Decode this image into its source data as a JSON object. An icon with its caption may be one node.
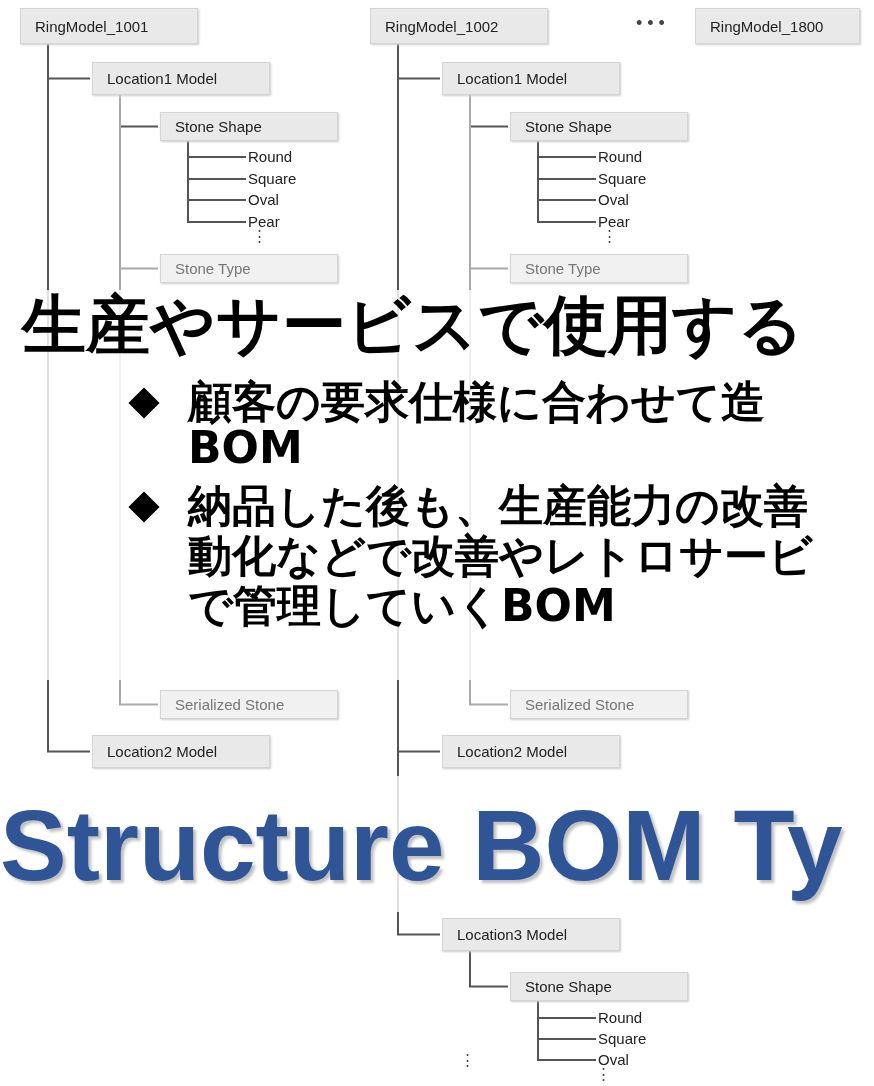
{
  "diagram": {
    "title": "Structure BOM Ty",
    "nodes": [
      {
        "text": [
          "RingModel_1001"
        ]
      },
      {
        "text": [
          "Location1 Model"
        ]
      },
      {
        "text": [
          "Stone Shape"
        ]
      },
      {
        "text": [
          "Round"
        ]
      },
      {
        "text": [
          "Square"
        ]
      },
      {
        "text": [
          "Oval"
        ]
      },
      {
        "text": [
          "Pear"
        ]
      },
      {
        "text": [
          "Stone Type"
        ]
      },
      {
        "text": [
          "Serialized Stone"
        ]
      },
      {
        "text": [
          "Location2 Model"
        ]
      },
      {
        "text": [
          "RingModel_1002"
        ]
      },
      {
        "text": [
          "Location1 Model"
        ]
      },
      {
        "text": [
          "Stone Shape"
        ]
      },
      {
        "text": [
          "Round"
        ]
      },
      {
        "text": [
          "Square"
        ]
      },
      {
        "text": [
          "Oval"
        ]
      },
      {
        "text": [
          "Pear"
        ]
      },
      {
        "text": [
          "Stone Type"
        ]
      },
      {
        "text": [
          "Serialized Stone"
        ]
      },
      {
        "text": [
          "Location2 Model"
        ]
      },
      {
        "text": [
          "Location3 Model"
        ]
      },
      {
        "text": [
          "Stone Shape"
        ]
      },
      {
        "text": [
          "Round"
        ]
      },
      {
        "text": [
          "Square"
        ]
      },
      {
        "text": [
          "Oval"
        ]
      },
      {
        "text": [
          "RingModel_1800"
        ]
      }
    ],
    "edges": [
      {
        "from": 0,
        "to": 1,
        "arrow": "none"
      },
      {
        "from": 1,
        "to": 2,
        "arrow": "none"
      },
      {
        "from": 2,
        "to": 3,
        "arrow": "none"
      },
      {
        "from": 2,
        "to": 4,
        "arrow": "none"
      },
      {
        "from": 2,
        "to": 5,
        "arrow": "none"
      },
      {
        "from": 2,
        "to": 6,
        "arrow": "none"
      },
      {
        "from": 1,
        "to": 7,
        "arrow": "none"
      },
      {
        "from": 1,
        "to": 8,
        "arrow": "none"
      },
      {
        "from": 0,
        "to": 9,
        "arrow": "none"
      },
      {
        "from": 10,
        "to": 11,
        "arrow": "none"
      },
      {
        "from": 11,
        "to": 12,
        "arrow": "none"
      },
      {
        "from": 12,
        "to": 13,
        "arrow": "none"
      },
      {
        "from": 12,
        "to": 14,
        "arrow": "none"
      },
      {
        "from": 12,
        "to": 15,
        "arrow": "none"
      },
      {
        "from": 12,
        "to": 16,
        "arrow": "none"
      },
      {
        "from": 11,
        "to": 17,
        "arrow": "none"
      },
      {
        "from": 11,
        "to": 18,
        "arrow": "none"
      },
      {
        "from": 10,
        "to": 19,
        "arrow": "none"
      },
      {
        "from": 10,
        "to": 20,
        "arrow": "none"
      },
      {
        "from": 20,
        "to": 21,
        "arrow": "none"
      },
      {
        "from": 21,
        "to": 22,
        "arrow": "none"
      },
      {
        "from": 21,
        "to": 23,
        "arrow": "none"
      },
      {
        "from": 21,
        "to": 24,
        "arrow": "none"
      }
    ],
    "labels": [
      "• • •",
      "⋮",
      "⋮",
      "生産やサービスで使用する",
      "顧客の要求仕様に合わせて造",
      "BOM",
      "納品した後も、生産能力の改善",
      "動化などで改善やレトロサービ",
      "で管理していくBOM",
      "⋮",
      "⋮"
    ]
  }
}
